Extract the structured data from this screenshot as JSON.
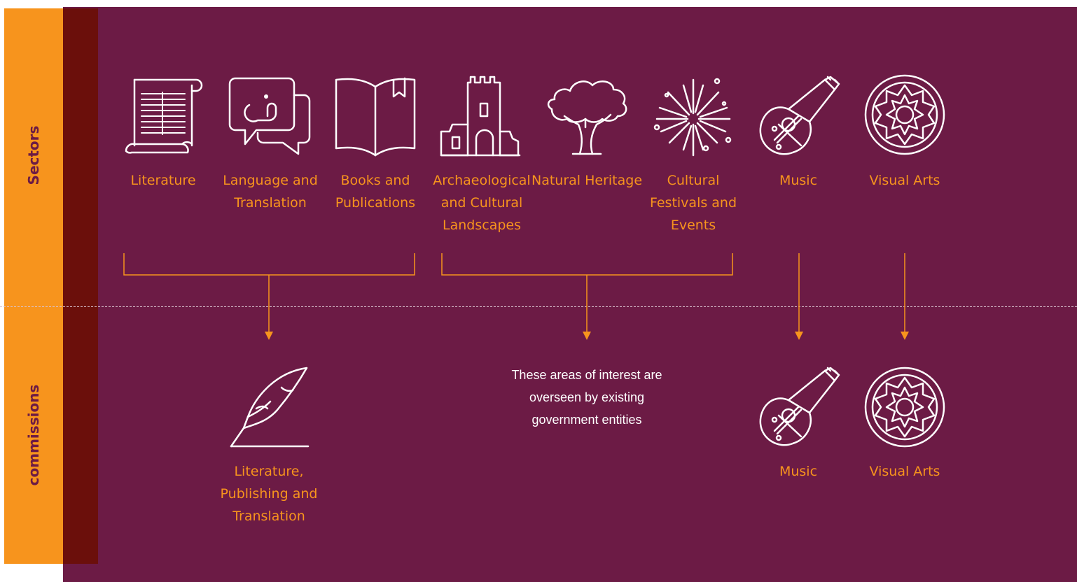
{
  "side_labels": {
    "top": "Sectors",
    "bottom": "commissions"
  },
  "sectors": [
    {
      "label": "Literature",
      "icon": "scroll-icon"
    },
    {
      "label": "Language and Translation",
      "icon": "speech-bubble-icon"
    },
    {
      "label": "Books and Publications",
      "icon": "open-book-icon"
    },
    {
      "label": "Archaeological and Cultural Landscapes",
      "icon": "castle-ruin-icon"
    },
    {
      "label": "Natural Heritage",
      "icon": "tree-icon"
    },
    {
      "label": "Cultural Festivals and Events",
      "icon": "fireworks-icon"
    },
    {
      "label": "Music",
      "icon": "oud-icon"
    },
    {
      "label": "Visual Arts",
      "icon": "rosette-icon"
    }
  ],
  "commissions": [
    {
      "label": "Literature, Publishing and Translation",
      "icon": "quill-icon"
    },
    {
      "label": "These areas of interest are overseen by existing government entities"
    },
    {
      "label": "Music",
      "icon": "oud-icon"
    },
    {
      "label": "Visual Arts",
      "icon": "rosette-icon"
    }
  ],
  "colors": {
    "panel": "#6c1b45",
    "accent": "#f7941d",
    "band": "#6b0f0b",
    "icon": "#ffffff"
  }
}
